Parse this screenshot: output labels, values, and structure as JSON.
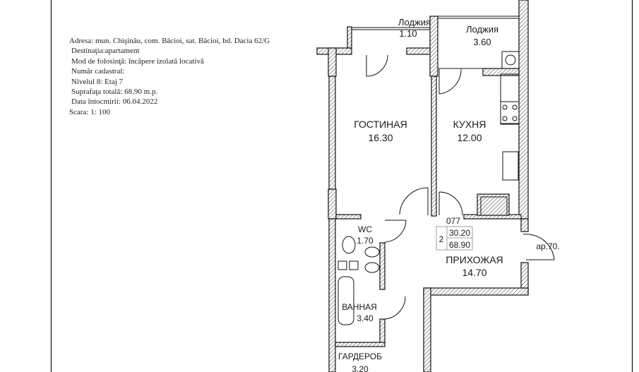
{
  "info": {
    "address": "Adresa: mun. Chişinău, com. Băcioi, sat. Băcioi, bd. Dacia 62/G",
    "destination": "Destinaţia:apartament",
    "usage": "Mod de folosinţă: încăpere izolată locativă",
    "cadastral": "Număr cadastral:",
    "level": "Nivelul 8: Etaj 7",
    "total_area": "Suprafaţa totală: 68.90 m.p.",
    "date": "Data întocmirii: 06.04.2022",
    "scale": "Scara: 1: 100"
  },
  "rooms": {
    "loggia1": {
      "name": "Лоджия",
      "area": "1.10"
    },
    "loggia2": {
      "name": "Лоджия",
      "area": "3.60"
    },
    "living": {
      "name": "ГОСТИНАЯ",
      "area": "16.30"
    },
    "kitchen": {
      "name": "КУХНЯ",
      "area": "12.00"
    },
    "wc": {
      "name": "WC",
      "area": "1.70"
    },
    "hall": {
      "name": "ПРИХОЖАЯ",
      "area": "14.70"
    },
    "bath": {
      "name": "ВАННАЯ",
      "area": "3.40"
    },
    "wardrobe": {
      "name": "ГАРДЕРОБ",
      "area": "3.20"
    }
  },
  "apartment": {
    "number": "077",
    "rooms": "2",
    "living_area": "30.20",
    "total_area": "68.90"
  },
  "entrance_label": "ap.70."
}
